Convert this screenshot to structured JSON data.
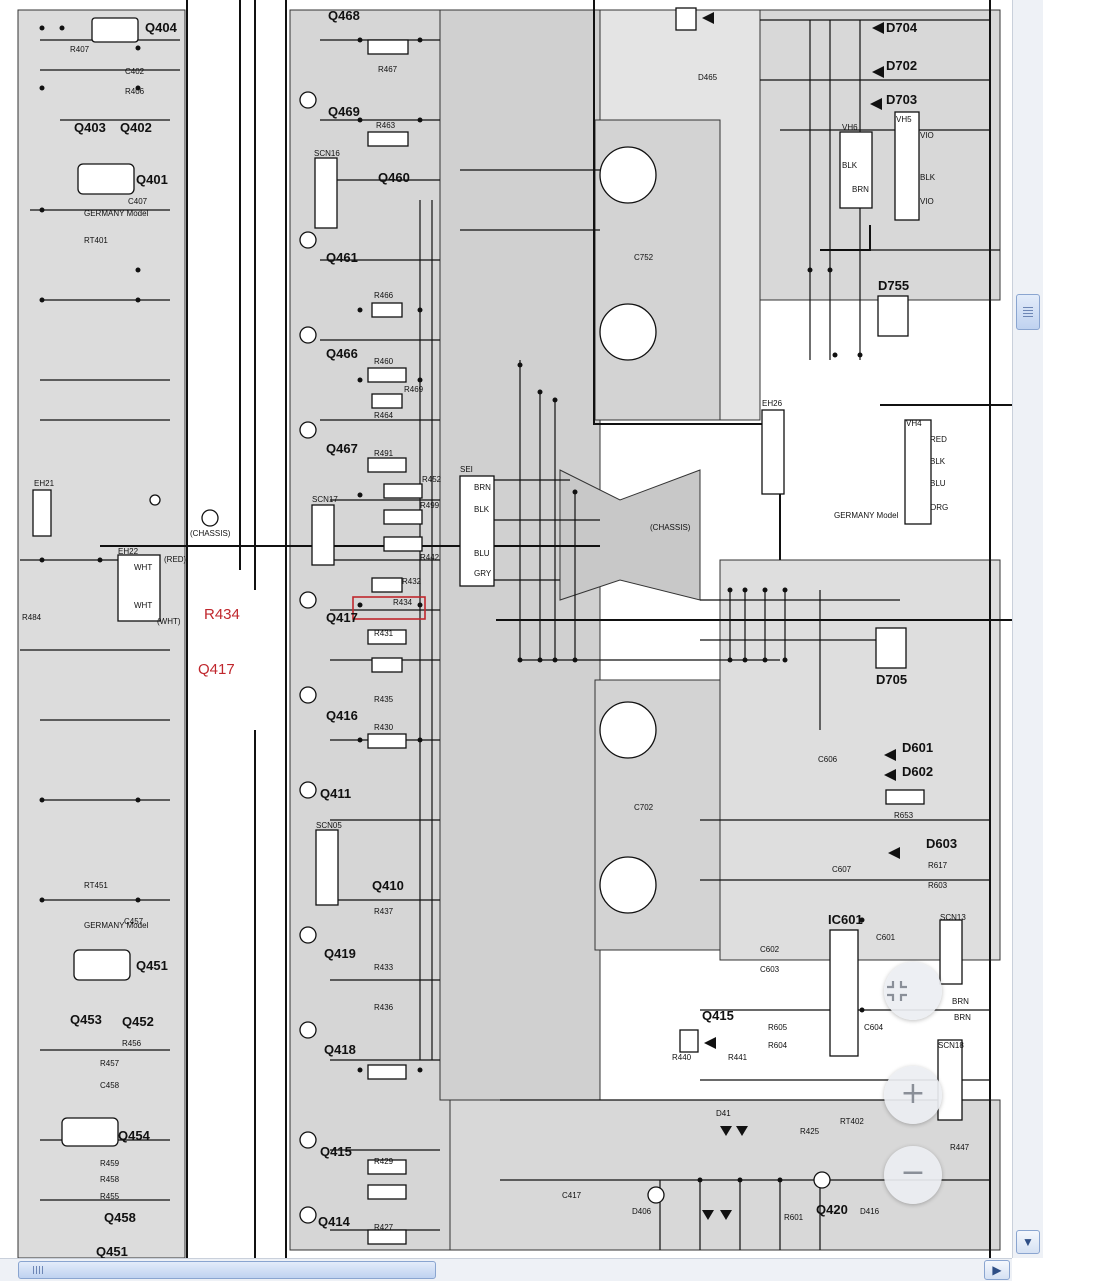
{
  "colors": {
    "accent": "#c0272d",
    "trace": "#111111",
    "copper_fill": "#d3d3d3"
  },
  "callouts": {
    "r434": "R434",
    "q417": "Q417"
  },
  "controls": {
    "fit_icon": "shrink-icon",
    "zoom_in_symbol": "+",
    "zoom_out_symbol": "−",
    "scroll_down_symbol": "▼",
    "scroll_right_symbol": "▶"
  },
  "labels": {
    "q404": "Q404",
    "r407": "R407",
    "c402": "C402",
    "r406": "R406",
    "q403": "Q403",
    "q402": "Q402",
    "q401": "Q401",
    "c407": "C407",
    "germany_model_1": "GERMANY Model",
    "rt401": "RT401",
    "eh21": "EH21",
    "eh22": "EH22",
    "red": "(RED)",
    "wht1": "WHT",
    "wht2": "WHT",
    "wht3": "(WHT)",
    "chassis1": "(CHASSIS)",
    "r484": "R484",
    "rt451": "RT451",
    "germany_model_2": "GERMANY Model",
    "c457": "C457",
    "q451": "Q451",
    "q453": "Q453",
    "q452": "Q452",
    "r456": "R456",
    "r457": "R457",
    "c458": "C458",
    "q454": "Q454",
    "r459": "R459",
    "r458": "R458",
    "r455": "R455",
    "q458": "Q458",
    "q451b": "Q451",
    "q468": "Q468",
    "r467": "R467",
    "q469": "Q469",
    "r463": "R463",
    "scn16": "SCN16",
    "q460": "Q460",
    "q461": "Q461",
    "r466": "R466",
    "q466": "Q466",
    "r460": "R460",
    "r469": "R469",
    "r464": "R464",
    "q467": "Q467",
    "r491": "R491",
    "r452": "R452",
    "r499": "R499",
    "scn17": "SCN17",
    "r442": "R442",
    "r432": "R432",
    "q417_pcb": "Q417",
    "r434_pcb": "R434",
    "r431": "R431",
    "q416": "Q416",
    "r435": "R435",
    "r430": "R430",
    "q411": "Q411",
    "scn05": "SCN05",
    "q410": "Q410",
    "r437": "R437",
    "q419": "Q419",
    "r433": "R433",
    "r436": "R436",
    "q418": "Q418",
    "q415": "Q415",
    "r429": "R429",
    "r427": "R427",
    "q414": "Q414",
    "c752": "C752",
    "c702": "C702",
    "eh26": "EH26",
    "chassis2": "(CHASSIS)",
    "sei": "SEI",
    "brn1": "BRN",
    "blk1": "BLK",
    "blu1": "BLU",
    "gry": "GRY",
    "d465": "D465",
    "d704": "D704",
    "d702": "D702",
    "d703": "D703",
    "vh6": "VH6",
    "vh5": "VH5",
    "blk2": "BLK",
    "brn2": "BRN",
    "blk3": "BLK",
    "vio1": "VIO",
    "vio2": "VIO",
    "d755": "D755",
    "vh4": "VH4",
    "red2": "RED",
    "blk4": "BLK",
    "blu2": "BLU",
    "org": "ORG",
    "germany_model_3": "GERMANY Model",
    "d705": "D705",
    "c606": "C606",
    "d601": "D601",
    "d602": "D602",
    "r653": "R653",
    "d603": "D603",
    "r617": "R617",
    "r603": "R603",
    "c607": "C607",
    "ic601": "IC601",
    "c602": "C602",
    "c603": "C603",
    "c601": "C601",
    "scn13": "SCN13",
    "q415b": "Q415",
    "r440": "R440",
    "r441": "R441",
    "r605": "R605",
    "r604": "R604",
    "c604": "C604",
    "brn3": "BRN",
    "brn4": "BRN",
    "scn18": "SCN18",
    "d41": "D41",
    "r425": "R425",
    "rt402": "RT402",
    "r447": "R447",
    "d406": "D406",
    "c417": "C417",
    "q420": "Q420",
    "d416": "D416",
    "r601": "R601"
  }
}
